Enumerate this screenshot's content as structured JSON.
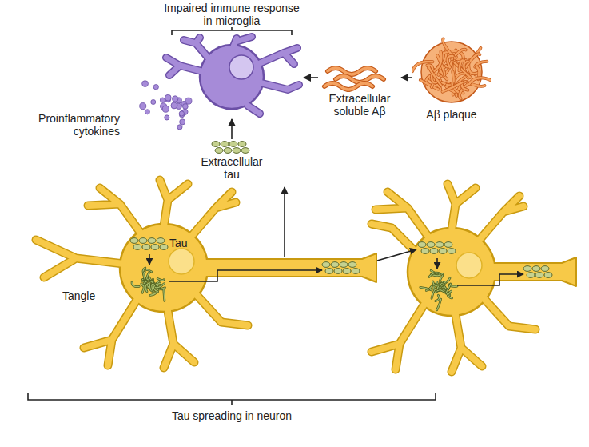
{
  "diagram": {
    "nodes": [
      {
        "text": [
          "Impaired immune response in microglia"
        ]
      },
      {
        "text": [
          "Extracellular soluble Aβ"
        ]
      },
      {
        "text": [
          "Aβ plaque"
        ]
      },
      {
        "text": [
          "Extracellular tau"
        ]
      }
    ],
    "edges": [
      {
        "from": 2,
        "to": 1,
        "arrow": "to"
      },
      {
        "from": 1,
        "to": 0,
        "arrow": "to"
      },
      {
        "from": 3,
        "to": 0,
        "arrow": "to"
      }
    ],
    "labels": [
      "Proinflammatory cytokines",
      "Tau",
      "Tangle",
      "Tau spreading in neuron"
    ]
  }
}
